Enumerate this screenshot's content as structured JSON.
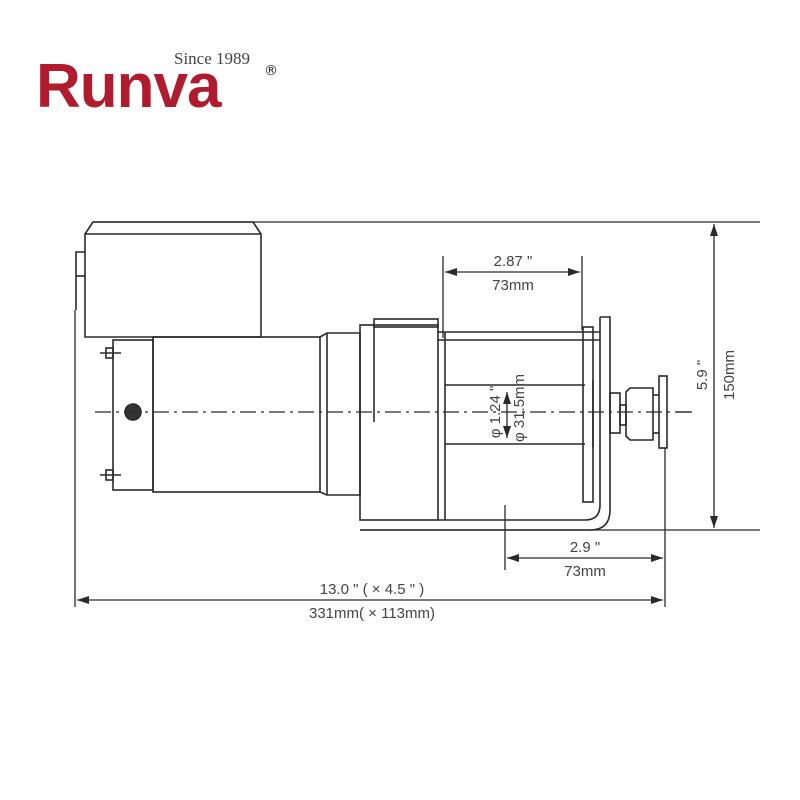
{
  "brand": {
    "name": "Runva",
    "tagline": "Since 1989",
    "registered_mark": "®",
    "color": "#b01c2e"
  },
  "drawing": {
    "subject": "winch side elevation",
    "line_color": "#2a2a2a",
    "dimensions": {
      "drum_width": {
        "imperial": "2.87 \"",
        "metric": "73mm"
      },
      "base_mount_spacing": {
        "imperial": "2.9 \"",
        "metric": "73mm"
      },
      "height": {
        "imperial": "5.9 \"",
        "metric": "150mm"
      },
      "drum_diameter": {
        "imperial": "φ 1.24 \"",
        "metric": "φ 31.5mm"
      },
      "overall_length": {
        "imperial": "13.0 \" ( × 4.5 \" )",
        "metric": "331mm( × 113mm)"
      }
    }
  }
}
